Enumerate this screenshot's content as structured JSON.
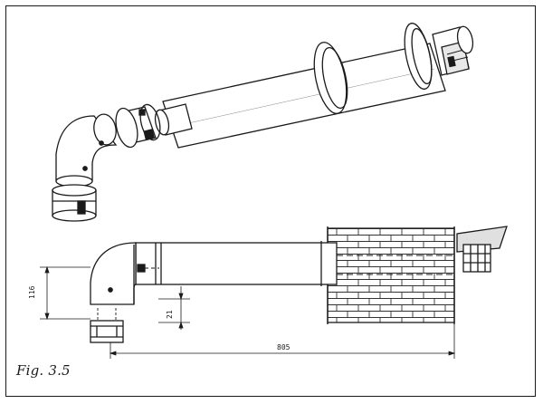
{
  "figure": {
    "caption": "Fig. 3.5"
  },
  "dimensions": {
    "height_label": "116",
    "offset_label": "21",
    "length_label": "805"
  }
}
